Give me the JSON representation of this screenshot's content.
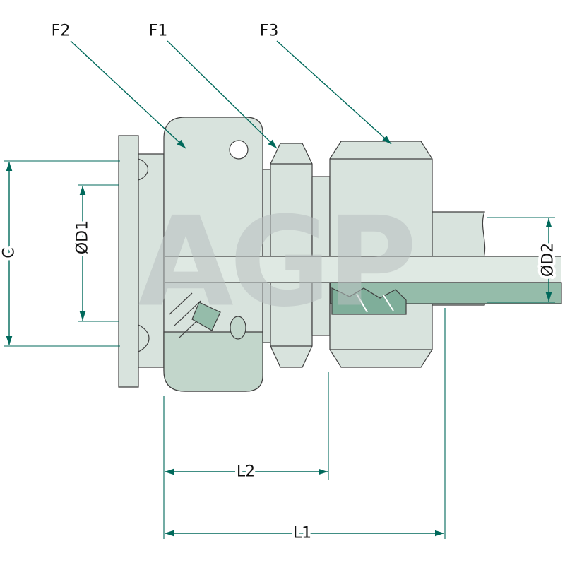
{
  "diagram": {
    "type": "technical-drawing",
    "watermark": "AGP",
    "callouts": {
      "f2": "F2",
      "f1": "F1",
      "f3": "F3"
    },
    "dimensions": {
      "c": "C",
      "d1": "ØD1",
      "d2": "ØD2",
      "l2": "L2",
      "l1": "L1"
    },
    "colors": {
      "background": "#ffffff",
      "outline": "#3f3f3f",
      "body_light": "#d8e3dd",
      "body_shaded": "#c2d6cb",
      "body_dark": "#95bcaa",
      "section_dark": "#7fae9a",
      "dimension_line": "#00695b",
      "label_text": "#111111",
      "watermark_gray": "#b9c0c0"
    }
  }
}
